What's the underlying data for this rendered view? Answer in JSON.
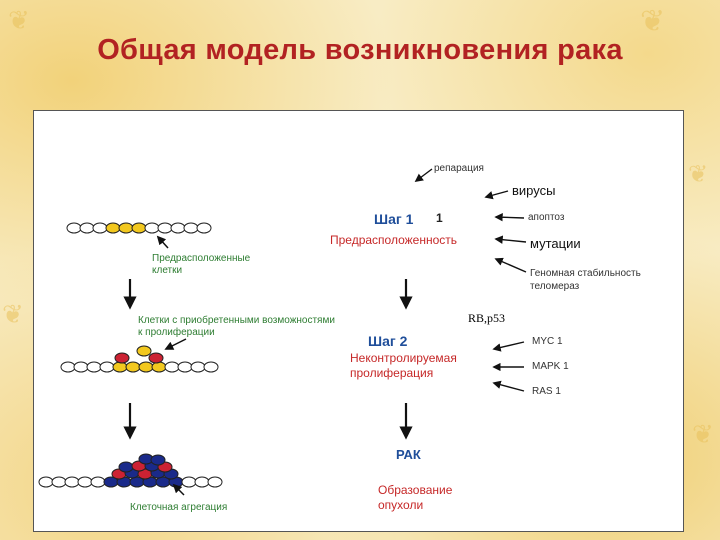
{
  "slide": {
    "title": "Общая модель возникновения рака"
  },
  "diagram": {
    "step1": {
      "title": "Шаг 1",
      "subtitle": "Предрасположенность",
      "marker": "1"
    },
    "step2": {
      "title": "Шаг 2",
      "subtitle_line1": "Неконтролируемая",
      "subtitle_line2": "пролиферация"
    },
    "cancer": {
      "title": "РАК",
      "subtitle_line1": "Образование",
      "subtitle_line2": "опухоли"
    },
    "factors1": {
      "repair": "репарация",
      "viruses": "вирусы",
      "apoptosis": "апоптоз",
      "mutations": "мутации",
      "genomic_line1": "Геномная стабильность",
      "genomic_line2": "теломераз"
    },
    "rb_label": "RB,p53",
    "factors2": [
      "MYC 1",
      "MAPK 1",
      "RAS 1"
    ],
    "cells": {
      "predisposed_line1": "Предрасположенные",
      "predisposed_line2": "клетки",
      "acquired_line1": "Клетки с приобретенными  возможностями",
      "acquired_line2": "к пролиферации",
      "aggregation": "Клеточная агрегация"
    },
    "colors": {
      "title": "#b22222",
      "step_title": "#1f4e9a",
      "step_text": "#c62828",
      "cell_label": "#2e7d32",
      "cell_yellow": "#f2c81f",
      "cell_red": "#cc2233",
      "cell_blue": "#1a2a8a",
      "cell_white": "#ffffff"
    }
  }
}
